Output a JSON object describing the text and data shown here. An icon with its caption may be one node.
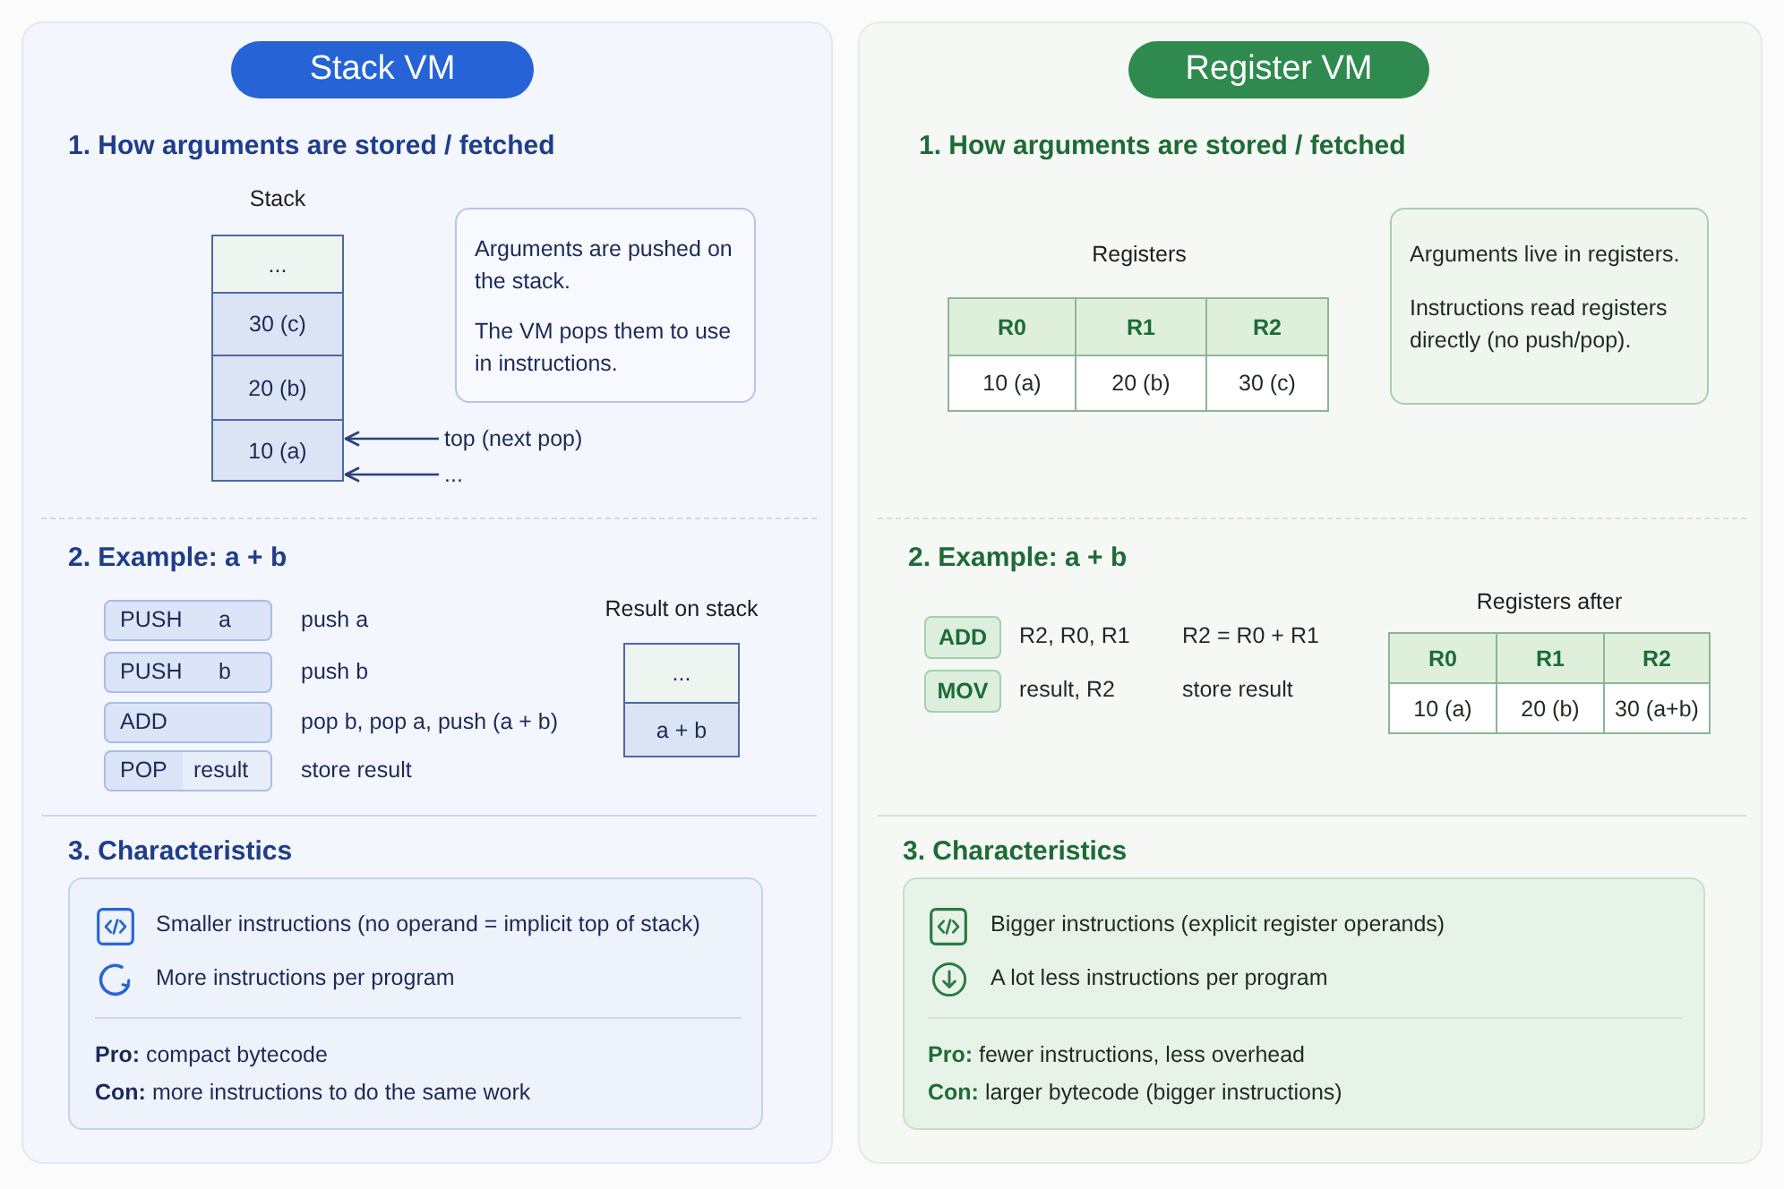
{
  "diagram": {
    "nodes": [
      {
        "text": [
          "1. How arguments are stored / fetched",
          "2. Example: a + b",
          "3. Characteristics"
        ]
      },
      {
        "text": [
          "Stack VM"
        ],
        "in": 0
      },
      {
        "text": [
          "Stack"
        ],
        "in": 0
      },
      {
        "text": [
          "..."
        ],
        "in": 2
      },
      {
        "text": [
          "30 (c)"
        ],
        "in": 2
      },
      {
        "text": [
          "20 (b)"
        ],
        "in": 2
      },
      {
        "text": [
          "10 (a)"
        ],
        "in": 2
      },
      {
        "text": [
          "Arguments are pushed on the stack.",
          "The VM pops them to use in instructions."
        ],
        "in": 0
      },
      {
        "text": [
          "top (next pop)"
        ],
        "in": 0
      },
      {
        "text": [
          "..."
        ],
        "in": 0
      },
      {
        "text": [
          "PUSH",
          "a"
        ],
        "beside": [
          "push a"
        ],
        "in": 0
      },
      {
        "text": [
          "PUSH",
          "b"
        ],
        "beside": [
          "push b"
        ],
        "in": 0
      },
      {
        "text": [
          "ADD"
        ],
        "beside": [
          "pop b, pop a, push (a + b)"
        ],
        "in": 0
      },
      {
        "text": [
          "POP",
          "result"
        ],
        "beside": [
          "store result"
        ],
        "in": 0
      },
      {
        "text": [
          "Result on stack"
        ],
        "in": 0
      },
      {
        "text": [
          "..."
        ],
        "in": 14
      },
      {
        "text": [
          "a + b"
        ],
        "in": 14
      },
      {
        "text": [
          "Smaller instructions (no operand = implicit top of stack)",
          "More instructions per program",
          "**Pro:** compact bytecode",
          "**Con:** more instructions to do the same work"
        ],
        "in": 0
      },
      {
        "text": [
          "1. How arguments are stored / fetched",
          "2. Example: a + b",
          "3. Characteristics"
        ]
      },
      {
        "text": [
          "Register VM"
        ],
        "in": 18
      },
      {
        "text": [
          "Arguments live in registers.",
          "Instructions read registers directly (no push/pop)."
        ],
        "in": 18
      },
      {
        "text": [
          "ADD"
        ],
        "beside": [
          "R2, R0, R1",
          "R2 = R0 + R1"
        ],
        "in": 18
      },
      {
        "text": [
          "MOV"
        ],
        "beside": [
          "result, R2",
          "store result"
        ],
        "in": 18
      },
      {
        "text": [
          "Bigger instructions (explicit register operands)",
          "A lot less instructions per program",
          "**Pro:** fewer instructions, less overhead",
          "**Con:** larger bytecode (bigger instructions)"
        ],
        "in": 18
      }
    ],
    "edges": [
      {
        "from": 8,
        "to": 6,
        "arrow": "to"
      },
      {
        "from": 9,
        "to": 6,
        "arrow": "to"
      }
    ],
    "labels": [
      "Registers",
      "R0",
      "R1",
      "R2",
      "10 (a)",
      "20 (b)",
      "30 (c)",
      "Registers after",
      "R0",
      "R1",
      "R2",
      "10 (a)",
      "20 (b)",
      "30 (a+b)"
    ]
  }
}
